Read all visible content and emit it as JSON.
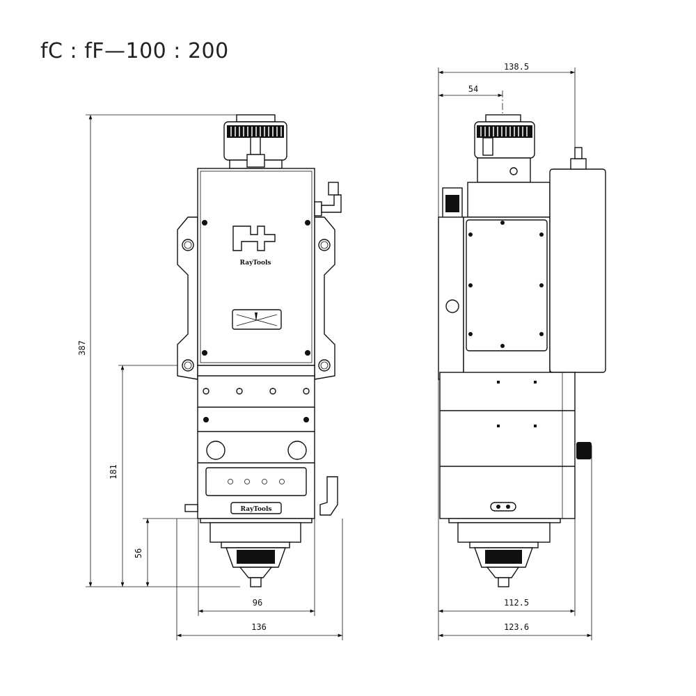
{
  "title": "fC : fF—100 : 200",
  "left_view": {
    "brand_label": "RayTools",
    "front_plate_label": "RayTools",
    "dimensions": {
      "height_total": "387",
      "height_lower": "181",
      "height_nozzle": "56",
      "width_body": "96",
      "width_overall": "136"
    }
  },
  "right_view": {
    "dimensions": {
      "width_top": "138.5",
      "offset_axis": "54",
      "width_body": "112.5",
      "width_overall": "123.6"
    }
  }
}
